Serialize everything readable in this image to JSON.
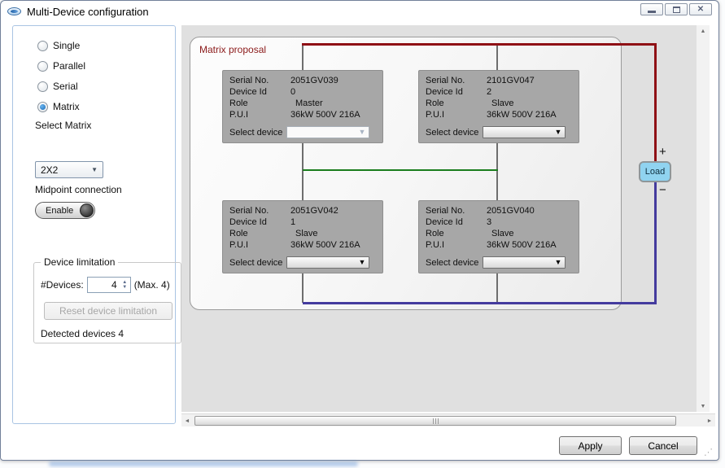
{
  "window": {
    "title": "Multi-Device configuration"
  },
  "icons": {
    "close": "✕",
    "scroll_up": "▲",
    "scroll_down": "▼",
    "scroll_left": "◄",
    "scroll_right": "►",
    "combo_arrow": "▼",
    "spin_up": "▲",
    "spin_down": "▼",
    "resize_grip": "⋰"
  },
  "sidebar": {
    "modes": [
      {
        "label": "Single"
      },
      {
        "label": "Parallel"
      },
      {
        "label": "Serial"
      },
      {
        "label": "Matrix"
      }
    ],
    "selected_mode": "Matrix",
    "select_matrix_label": "Select Matrix",
    "matrix_size_value": "2X2",
    "midpoint_label": "Midpoint connection",
    "midpoint_toggle_label": "Enable",
    "device_limitation": {
      "legend": "Device limitation",
      "devices_label": "#Devices:",
      "devices_value": "4",
      "max_label": "(Max. 4)",
      "reset_button_label": "Reset device limitation",
      "detected_text": "Detected devices 4"
    }
  },
  "matrix_panel": {
    "group_label": "Matrix proposal",
    "field_labels": {
      "serial": "Serial No.",
      "device_id": "Device Id",
      "role": "Role",
      "pui": "P.U.I",
      "select_device": "Select device"
    },
    "devices": [
      {
        "serial": "2051GV039",
        "device_id": "0",
        "role": "Master",
        "pui": "36kW 500V 216A"
      },
      {
        "serial": "2101GV047",
        "device_id": "2",
        "role": "Slave",
        "pui": "36kW 500V 216A"
      },
      {
        "serial": "2051GV042",
        "device_id": "1",
        "role": "Slave",
        "pui": "36kW 500V 216A"
      },
      {
        "serial": "2051GV040",
        "device_id": "3",
        "role": "Slave",
        "pui": "36kW 500V 216A"
      }
    ],
    "load_label": "Load",
    "plus_label": "+",
    "minus_label": "−",
    "wire_colors": {
      "positive": "#8f1015",
      "negative": "#443b9e",
      "midpoint": "#1a7d1d",
      "bus": "#6e6e6e"
    },
    "load_fill": "#90d3f0",
    "group_label_color": "#8b1a1a"
  },
  "footer": {
    "apply_label": "Apply",
    "cancel_label": "Cancel"
  }
}
